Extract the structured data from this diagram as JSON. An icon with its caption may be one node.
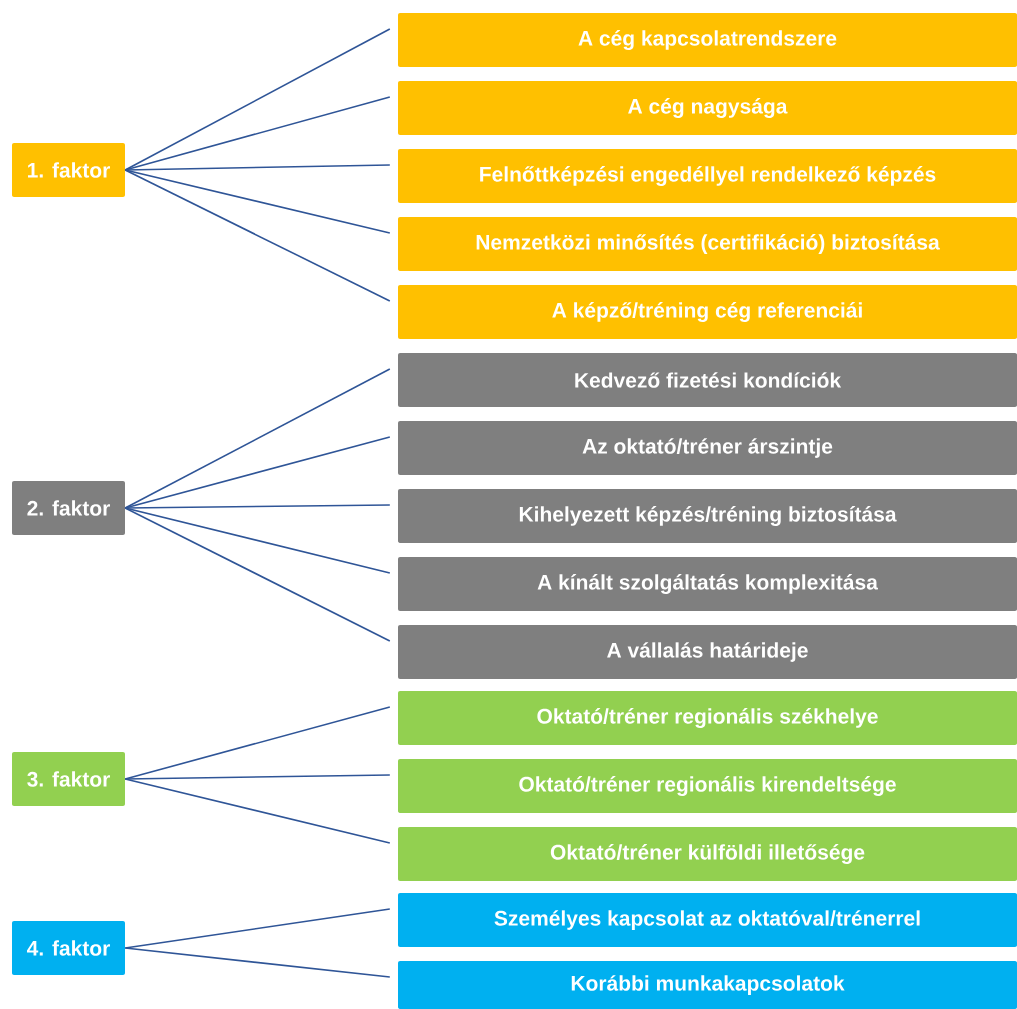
{
  "diagram": {
    "nodes": [
      {
        "text": [
          "1. faktor"
        ]
      },
      {
        "text": [
          "A cég kapcsolatrendszere"
        ]
      },
      {
        "text": [
          "A cég nagysága"
        ]
      },
      {
        "text": [
          "Felnőttképzési engedéllyel rendelkező képzés"
        ]
      },
      {
        "text": [
          "Nemzetközi minősítés (certifikáció) biztosítása"
        ]
      },
      {
        "text": [
          "A képző/tréning cég referenciái"
        ]
      },
      {
        "text": [
          "2. faktor"
        ]
      },
      {
        "text": [
          "Kedvező fizetési kondíciók"
        ]
      },
      {
        "text": [
          "Az oktató/tréner árszintje"
        ]
      },
      {
        "text": [
          "Kihelyezett képzés/tréning biztosítása"
        ]
      },
      {
        "text": [
          "A kínált szolgáltatás komplexitása"
        ]
      },
      {
        "text": [
          "A vállalás határideje"
        ]
      },
      {
        "text": [
          "3. faktor"
        ]
      },
      {
        "text": [
          "Oktató/tréner regionális székhelye"
        ]
      },
      {
        "text": [
          "Oktató/tréner regionális kirendeltsége"
        ]
      },
      {
        "text": [
          "Oktató/tréner külföldi illetősége"
        ]
      },
      {
        "text": [
          "4. faktor"
        ]
      },
      {
        "text": [
          "Személyes kapcsolat az oktatóval/trénerrel"
        ]
      },
      {
        "text": [
          "Korábbi munkakapcsolatok"
        ]
      }
    ],
    "edges": [
      {
        "from": 0,
        "to": 1,
        "arrow": "none"
      },
      {
        "from": 0,
        "to": 2,
        "arrow": "none"
      },
      {
        "from": 0,
        "to": 3,
        "arrow": "none"
      },
      {
        "from": 0,
        "to": 4,
        "arrow": "none"
      },
      {
        "from": 0,
        "to": 5,
        "arrow": "none"
      },
      {
        "from": 6,
        "to": 7,
        "arrow": "none"
      },
      {
        "from": 6,
        "to": 8,
        "arrow": "none"
      },
      {
        "from": 6,
        "to": 9,
        "arrow": "none"
      },
      {
        "from": 6,
        "to": 10,
        "arrow": "none"
      },
      {
        "from": 6,
        "to": 11,
        "arrow": "none"
      },
      {
        "from": 12,
        "to": 13,
        "arrow": "none"
      },
      {
        "from": 12,
        "to": 14,
        "arrow": "none"
      },
      {
        "from": 12,
        "to": 15,
        "arrow": "none"
      },
      {
        "from": 16,
        "to": 17,
        "arrow": "none"
      },
      {
        "from": 16,
        "to": 18,
        "arrow": "none"
      }
    ]
  }
}
